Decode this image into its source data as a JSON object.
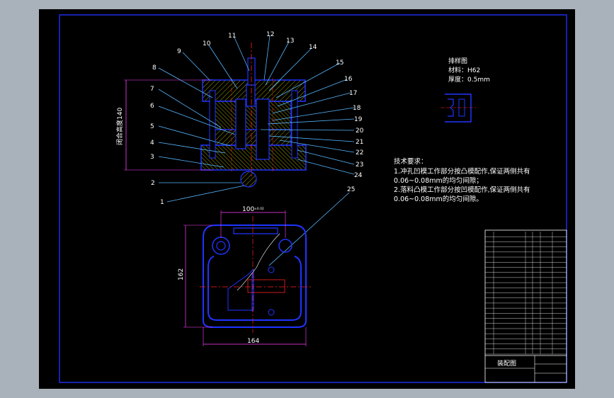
{
  "callouts": [
    "1",
    "2",
    "3",
    "4",
    "5",
    "6",
    "7",
    "8",
    "9",
    "10",
    "11",
    "12",
    "13",
    "14",
    "15",
    "16",
    "17",
    "18",
    "19",
    "20",
    "21",
    "22",
    "23",
    "24",
    "25"
  ],
  "section_view": {
    "vertical_dim_label": "闭合高度140"
  },
  "plan_view": {
    "dim_top": "100",
    "dim_top_tol": "±0.02",
    "dim_left": "162",
    "dim_bottom": "164"
  },
  "strip_layout": {
    "title": "排样图",
    "material": "材料：H62",
    "thickness": "厚度：0.5mm"
  },
  "tech_requirements": {
    "heading": "技术要求：",
    "lines": [
      "1.冲孔凹模工作部分按凸模配作,保证两侧共有",
      "0.06~0.08mm的均匀间隙；",
      "2.落料凸模工作部分按凹模配作,保证两侧共有",
      "0.06~0.08mm的均匀间隙。"
    ]
  },
  "title_block": {
    "drawing_name": "装配图",
    "bom_rows": 24
  },
  "colors": {
    "background": "#000000",
    "frame": "#1e2ee6",
    "outline": "#2034ff",
    "leader": "#57b6ff",
    "hatch": "#e0e000",
    "center": "#ff2020",
    "dim": "#ff40ff",
    "text": "#ffffff"
  }
}
